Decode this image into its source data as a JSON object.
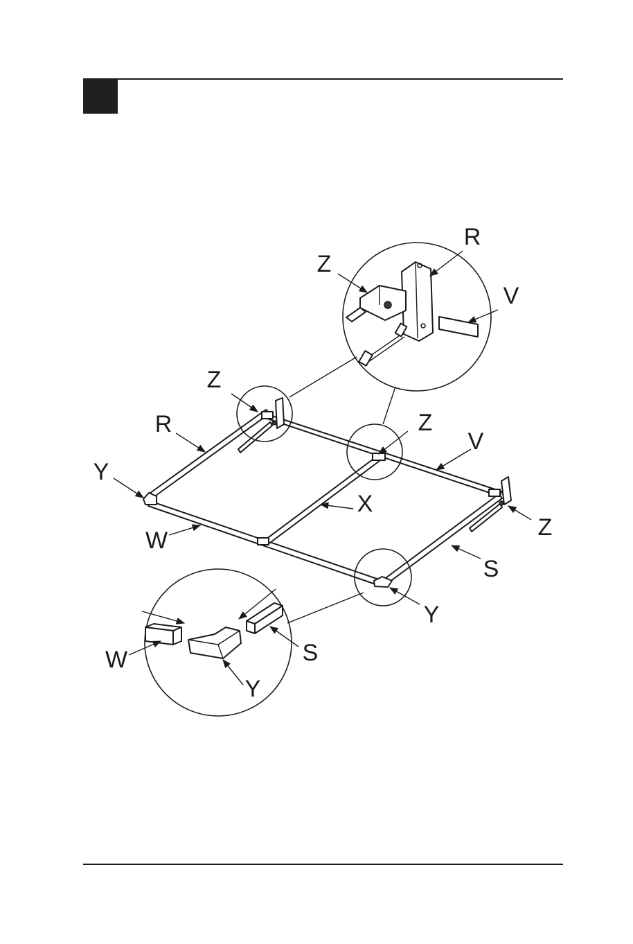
{
  "labels": {
    "r": "R",
    "s": "S",
    "v": "V",
    "w": "W",
    "x": "X",
    "y": "Y",
    "z": "Z"
  }
}
